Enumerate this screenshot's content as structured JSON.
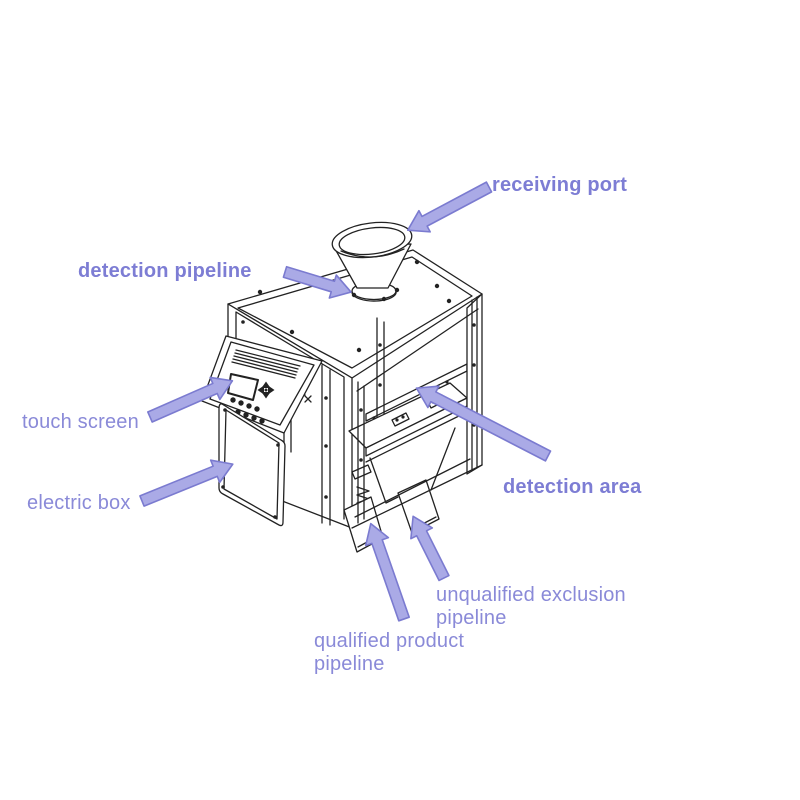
{
  "diagram": {
    "type": "labeled technical illustration",
    "subject": "metal-detector / product sorting machine, isometric line drawing",
    "labels": [
      {
        "id": "receiving-port",
        "text": "receiving port",
        "bold": true
      },
      {
        "id": "detection-pipeline",
        "text": "detection pipeline",
        "bold": true
      },
      {
        "id": "touch-screen",
        "text": "touch screen",
        "bold": false
      },
      {
        "id": "electric-box",
        "text": "electric box",
        "bold": false
      },
      {
        "id": "detection-area",
        "text": "detection area",
        "bold": true
      },
      {
        "id": "unqualified-exclusion-pipeline",
        "text": "unqualified exclusion\npipeline",
        "bold": false
      },
      {
        "id": "qualified-product-pipeline",
        "text": "qualified product\npipeline",
        "bold": false
      }
    ],
    "arrows": [
      {
        "points_to": "receiving-port"
      },
      {
        "points_to": "detection-pipeline"
      },
      {
        "points_to": "touch-screen"
      },
      {
        "points_to": "electric-box"
      },
      {
        "points_to": "detection-area"
      },
      {
        "points_to": "qualified-product-pipeline"
      },
      {
        "points_to": "unqualified-exclusion-pipeline"
      }
    ],
    "colors": {
      "label_text": "#8a8ad8",
      "label_text_bold": "#7d7dd4",
      "arrow_fill": "#aaaae6",
      "arrow_stroke": "#7b7bd0",
      "drawing_line": "#222222",
      "background": "#ffffff"
    }
  }
}
